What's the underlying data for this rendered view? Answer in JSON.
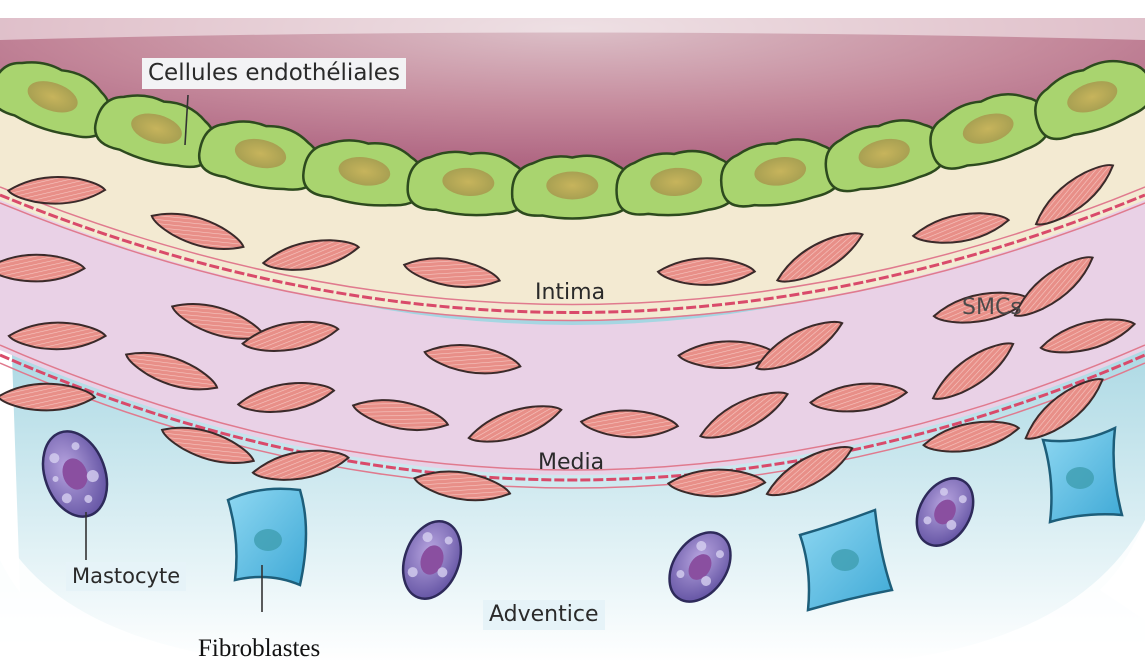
{
  "labels": {
    "endothelial": "Cellules endothéliales",
    "intima": "Intima",
    "smcs": "SMCs",
    "media": "Media",
    "mastocyte": "Mastocyte",
    "adventice": "Adventice",
    "fibroblastes": "Fibroblastes"
  },
  "colors": {
    "lumen": "#b86a84",
    "endothelium": "#a9d46f",
    "intima": "#f2e8cc",
    "media": "#e6c9e2",
    "smc": "#e88f88",
    "elastic_lamina": "#d94a6a",
    "adventitia": "#54b2c8",
    "mast_cell": "#5a4fa0",
    "fibroblast": "#5cc0e6"
  }
}
